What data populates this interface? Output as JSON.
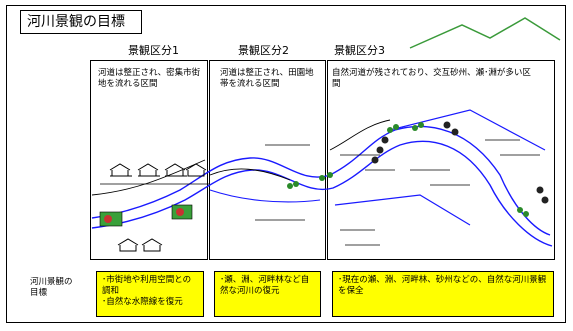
{
  "title": "河川景観の目標",
  "sections": [
    {
      "label": "景観区分1",
      "description": "河道は整正され、密集市街地を流れる区間",
      "goal": "･市街地や利用空間との調和\n･自然な水際線を復元"
    },
    {
      "label": "景観区分2",
      "description": "河道は整正され、田園地帯を流れる区間",
      "goal": "･瀬、淵、河畔林など自然な河川の復元"
    },
    {
      "label": "景観区分3",
      "description": "自然河道が残されており、交互砂州、瀬･淵が多い区間",
      "goal": "･現在の瀬、淵、河畔林、砂州などの、自然な河川景観を保全"
    }
  ],
  "goal_row_label": "河川景観の目標",
  "colors": {
    "river": "#1a1aff",
    "goal_fill": "#ffff00",
    "mountain": "#3a9a3a",
    "tree": "#2a8a2a"
  }
}
